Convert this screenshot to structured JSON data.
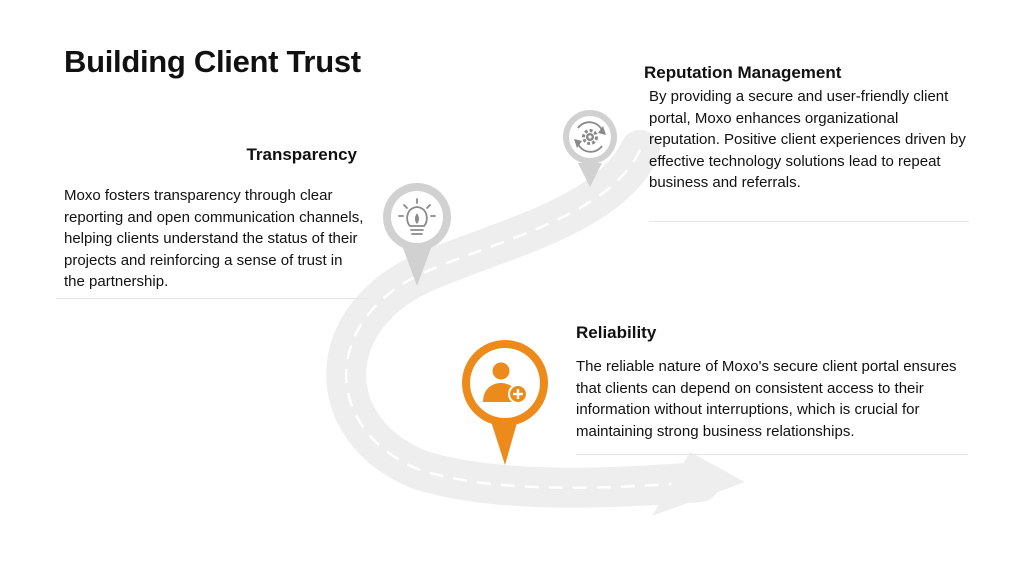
{
  "page": {
    "title": "Building Client Trust"
  },
  "colors": {
    "accent": "#ED8A1C",
    "pin_gray": "#D1D1D1",
    "road": "#EFEFEF",
    "text": "#111111"
  },
  "sections": {
    "transparency": {
      "heading": "Transparency",
      "body": "Moxo fosters transparency through clear reporting and open communication channels, helping clients understand the status of their projects and reinforcing a sense of trust in the partnership.",
      "icon": "lightbulb-icon"
    },
    "reputation": {
      "heading": "Reputation Management",
      "body": "By providing a secure and user-friendly client portal, Moxo enhances organizational reputation. Positive client experiences driven by effective technology solutions lead to repeat business and referrals.",
      "icon": "gear-cycle-icon"
    },
    "reliability": {
      "heading": "Reliability",
      "body": "The reliable nature of Moxo's secure client portal ensures that clients can depend on consistent access to their information without interruptions, which is crucial for maintaining strong business relationships.",
      "icon": "add-user-icon"
    }
  }
}
